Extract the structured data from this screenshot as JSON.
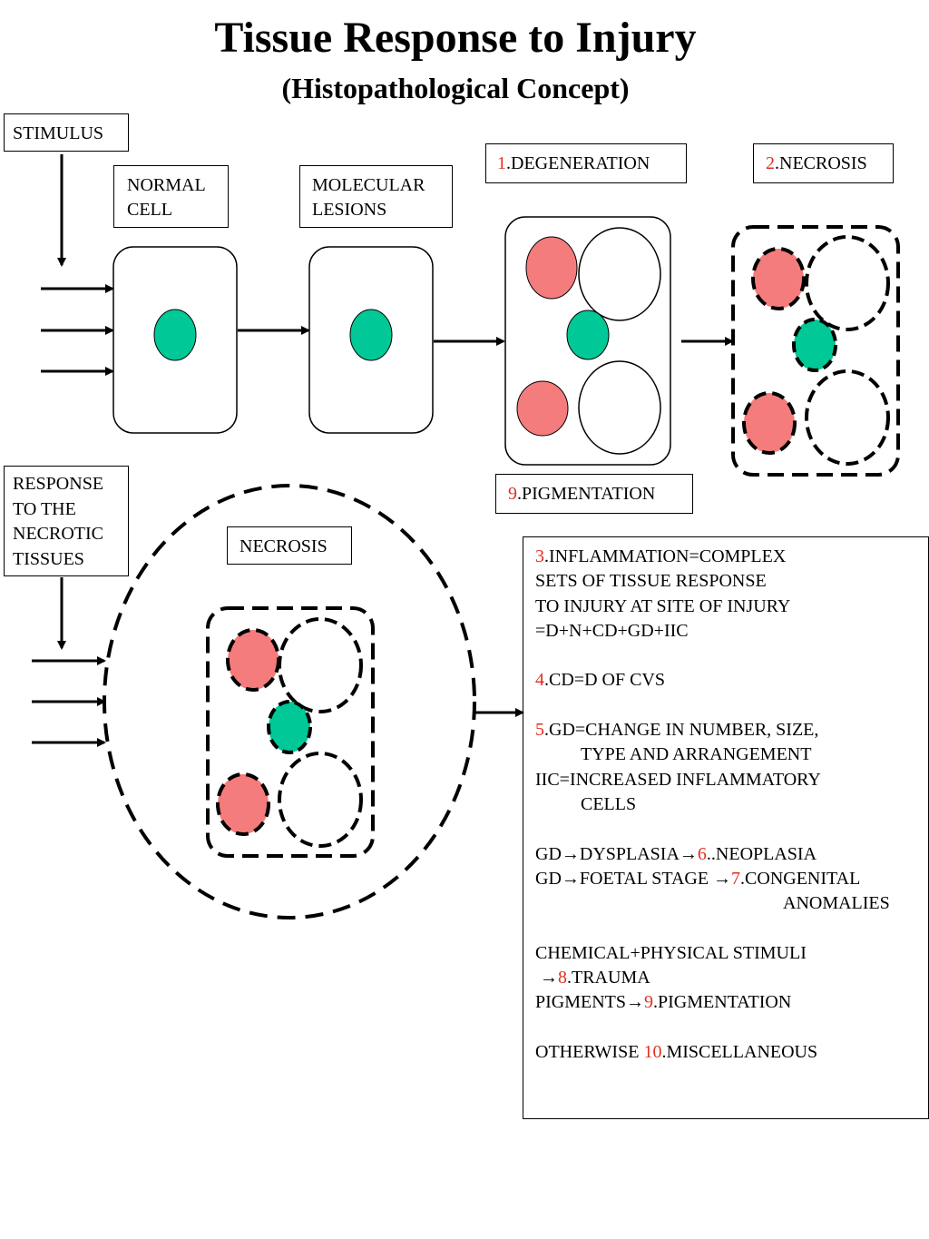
{
  "title": "Tissue Response to Injury",
  "subtitle": "(Histopathological Concept)",
  "labels": {
    "stimulus": "STIMULUS",
    "normal_cell": [
      "NORMAL",
      "CELL"
    ],
    "molecular_lesions": [
      "MOLECULAR",
      "LESIONS"
    ],
    "degeneration": {
      "num": "1",
      "text": ".DEGENERATION"
    },
    "necrosis_top": {
      "num": "2",
      "text": ".NECROSIS"
    },
    "pigmentation": {
      "num": "9",
      "text": ".PIGMENTATION"
    },
    "response": [
      "RESPONSE",
      "TO THE",
      "NECROTIC",
      "TISSUES"
    ],
    "necrosis_bottom": "NECROSIS"
  },
  "info": {
    "l1_num": "3",
    "l1_text": ".INFLAMMATION=COMPLEX",
    "l2": "SETS OF TISSUE RESPONSE",
    "l3": "TO INJURY AT SITE OF INJURY",
    "l4": "=D+N+CD+GD+IIC",
    "l5_num": "4",
    "l5_text": ".CD=D OF CVS",
    "l6_num": "5",
    "l6_text": ".GD=CHANGE IN NUMBER, SIZE,",
    "l7": "TYPE AND ARRANGEMENT",
    "l8": "IIC=INCREASED INFLAMMATORY",
    "l9": "CELLS",
    "l10_a": "GD→DYSPLASIA→",
    "l10_num": "6",
    "l10_b": "..NEOPLASIA",
    "l11_a": "GD→FOETAL STAGE →",
    "l11_num": "7",
    "l11_b": ".CONGENITAL",
    "l12": "ANOMALIES",
    "l13": "CHEMICAL+PHYSICAL STIMULI",
    "l14_a": " →",
    "l14_num": "8",
    "l14_b": ".TRAUMA",
    "l15_a": "PIGMENTS→",
    "l15_num": "9",
    "l15_b": ".PIGMENTATION",
    "l16_a": "OTHERWISE ",
    "l16_num": "10",
    "l16_b": ".MISCELLANEOUS"
  },
  "colors": {
    "nucleus": "#00c896",
    "red_cell": "#f47c7c",
    "accent_number": "#e0301e"
  }
}
